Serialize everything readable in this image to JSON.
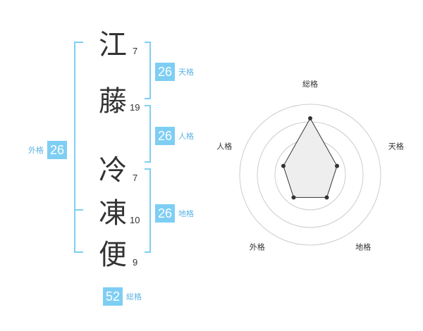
{
  "name_chars": [
    {
      "char": "江",
      "strokes": "7"
    },
    {
      "char": "藤",
      "strokes": "19"
    },
    {
      "char": "冷",
      "strokes": "7"
    },
    {
      "char": "凍",
      "strokes": "10"
    },
    {
      "char": "便",
      "strokes": "9"
    }
  ],
  "fortunes": {
    "tenkaku": {
      "value": "26",
      "label": "天格"
    },
    "jinkaku": {
      "value": "26",
      "label": "人格"
    },
    "chikaku": {
      "value": "26",
      "label": "地格"
    },
    "gaikaku": {
      "value": "26",
      "label": "外格"
    },
    "soukaku": {
      "value": "52",
      "label": "総格"
    }
  },
  "chart_data": {
    "type": "radar",
    "axes": [
      "総格",
      "天格",
      "地格",
      "外格",
      "人格"
    ],
    "values": [
      4,
      2,
      2,
      2,
      2
    ],
    "max": 5,
    "rings": 4,
    "colors": {
      "ring": "#cccccc",
      "fill": "#eeeeee",
      "line": "#333333",
      "point": "#333333",
      "center": "#cccccc"
    }
  },
  "colors": {
    "accent": "#7ecef4",
    "bracket": "#7ecef4",
    "label": "#5bb4e5",
    "text": "#333333"
  }
}
